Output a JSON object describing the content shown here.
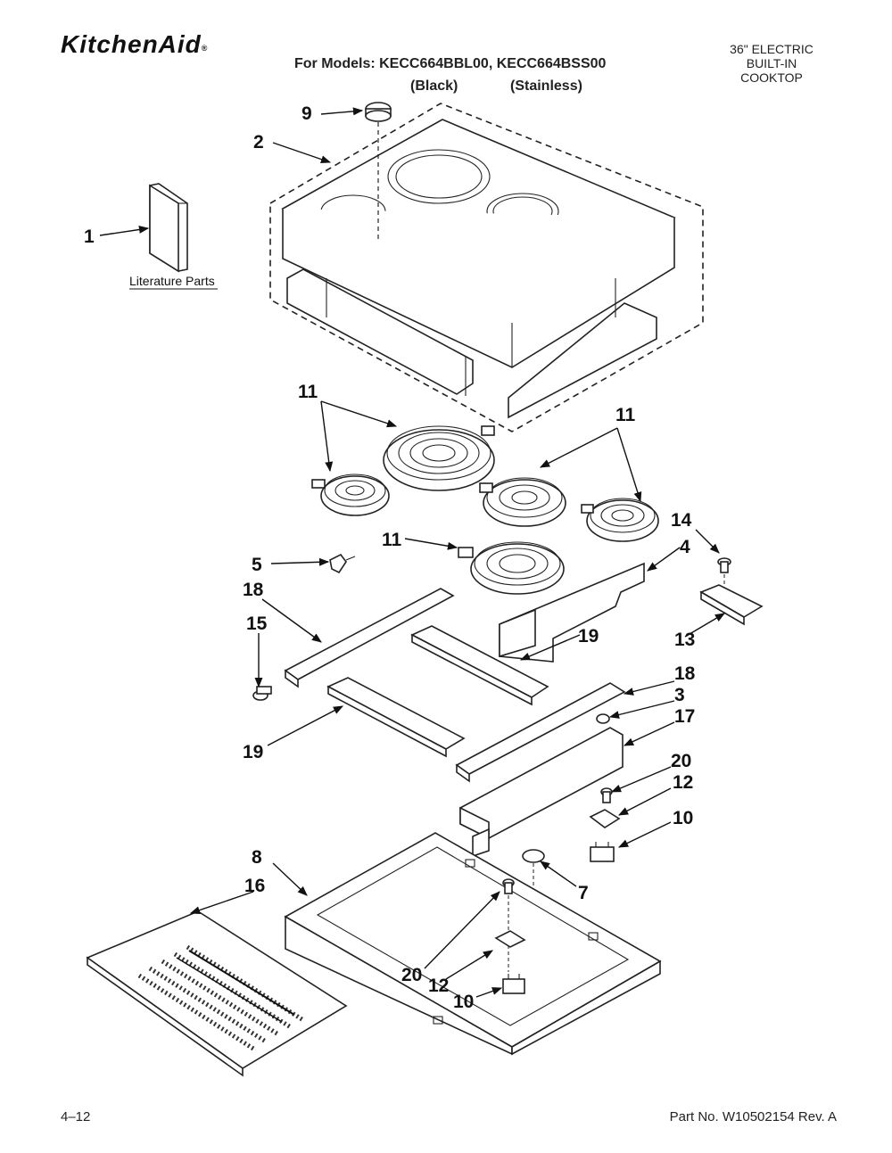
{
  "header": {
    "brand": "KitchenAid",
    "brand_mark": "®",
    "models_line": "For Models: KECC664BBL00, KECC664BSS00",
    "finish_black": "(Black)",
    "finish_stainless": "(Stainless)",
    "product_lines": [
      "36\" ELECTRIC",
      "BUILT-IN",
      "COOKTOP"
    ]
  },
  "literature_label": "Literature Parts",
  "callouts": {
    "c1": "1",
    "c2": "2",
    "c3": "3",
    "c4": "4",
    "c5": "5",
    "c7": "7",
    "c8": "8",
    "c9": "9",
    "c10a": "10",
    "c10b": "10",
    "c11a": "11",
    "c11b": "11",
    "c11c": "11",
    "c12a": "12",
    "c12b": "12",
    "c13": "13",
    "c14": "14",
    "c15": "15",
    "c16": "16",
    "c17": "17",
    "c18a": "18",
    "c18b": "18",
    "c19a": "19",
    "c19b": "19",
    "c20a": "20",
    "c20b": "20"
  },
  "footer": {
    "page": "4–12",
    "part_no": "Part No. W10502154 Rev. A"
  }
}
